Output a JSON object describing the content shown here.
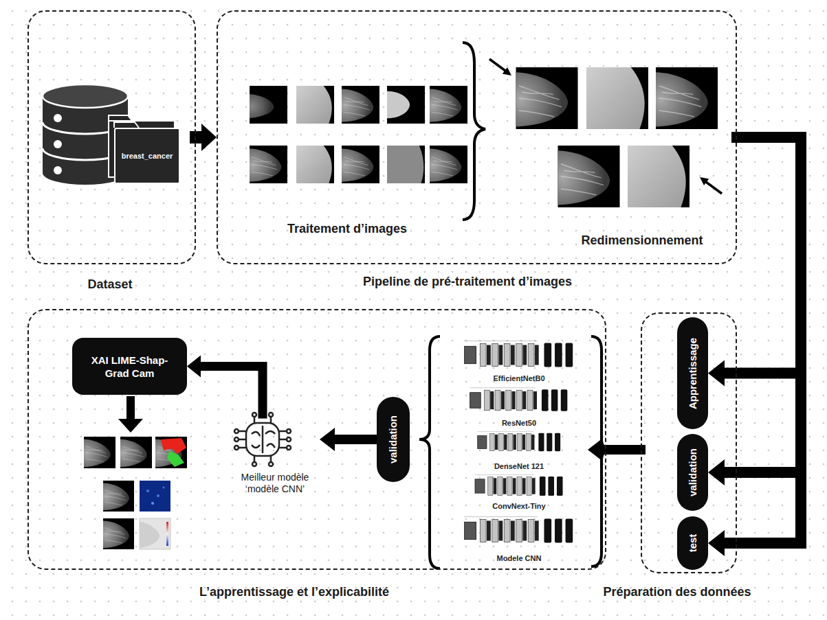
{
  "diagram": {
    "nodes": [
      {
        "text": [
          "Dataset"
        ]
      },
      {
        "text": [
          "breast_cancer"
        ],
        "in": 0
      },
      {
        "text": [
          "Pipeline de pré-traitement d’images"
        ]
      },
      {
        "text": [
          "L’apprentissage et l’explicabilité"
        ]
      },
      {
        "text": [
          "XAI LIME-Shap-Grad Cam"
        ],
        "in": 3
      },
      {
        "text": [
          "Meilleur modèle ‘modèle CNN’"
        ],
        "in": 3
      },
      {
        "text": [
          "validation"
        ],
        "in": 3
      },
      {
        "text": [
          "EfficientNetB0"
        ],
        "in": 3
      },
      {
        "text": [
          "ResNet50"
        ],
        "in": 3
      },
      {
        "text": [
          "DenseNet 121"
        ],
        "in": 3
      },
      {
        "text": [
          "ConvNext-Tiny"
        ],
        "in": 3
      },
      {
        "text": [
          "Modele CNN"
        ],
        "in": 3
      },
      {
        "text": [
          "Préparation des données"
        ]
      },
      {
        "text": [
          "Apprentissage"
        ],
        "in": 12
      },
      {
        "text": [
          "validation"
        ],
        "in": 12
      },
      {
        "text": [
          "test"
        ],
        "in": 12
      }
    ],
    "edges": [
      {
        "from": 0,
        "to": 2,
        "arrow": "to"
      },
      {
        "from": 2,
        "to": 13,
        "arrow": "to"
      },
      {
        "from": 2,
        "to": 14,
        "arrow": "to"
      },
      {
        "from": 2,
        "to": 15,
        "arrow": "to"
      },
      {
        "from": 12,
        "to": 9,
        "arrow": "to"
      },
      {
        "from": 6,
        "to": 5,
        "arrow": "to"
      },
      {
        "from": 5,
        "to": 4,
        "arrow": "to"
      }
    ],
    "labels": [
      "Traitement d’images",
      "Redimensionnement"
    ]
  }
}
